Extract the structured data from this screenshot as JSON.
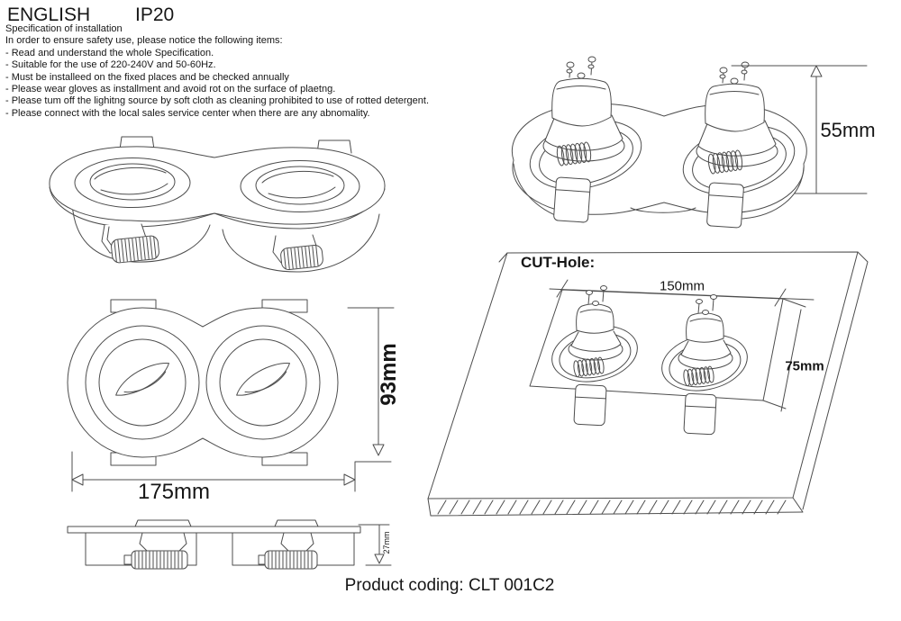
{
  "header": {
    "language": "ENGLISH",
    "ip_rating": "IP20"
  },
  "spec": {
    "title": "Specification of installation",
    "intro": "In order to ensure safety use, please notice the following items:",
    "items": [
      "- Read and understand the whole Specification.",
      "- Suitable for the use of 220-240V and 50-60Hz.",
      "- Must be installeed on the fixed places and be checked annually",
      "- Please wear gloves as installment and avoid rot on the surface of plaetng.",
      "- Please tum off the lighitng source by soft cloth as cleaning prohibited to use of rotted detergent.",
      "- Please connect with the local sales service center when there are any abnomality."
    ]
  },
  "dimensions": {
    "fixture_height": "55mm",
    "plate_width": "93mm",
    "plate_length": "175mm",
    "recess_depth": "27mm",
    "cut_length": "150mm",
    "cut_width": "75mm"
  },
  "cut_hole": {
    "label": "CUT-Hole:"
  },
  "footer": {
    "product_coding": "Product coding: CLT 001C2"
  },
  "colors": {
    "line": "#4d4d4d",
    "text": "#161616",
    "background": "#ffffff"
  }
}
